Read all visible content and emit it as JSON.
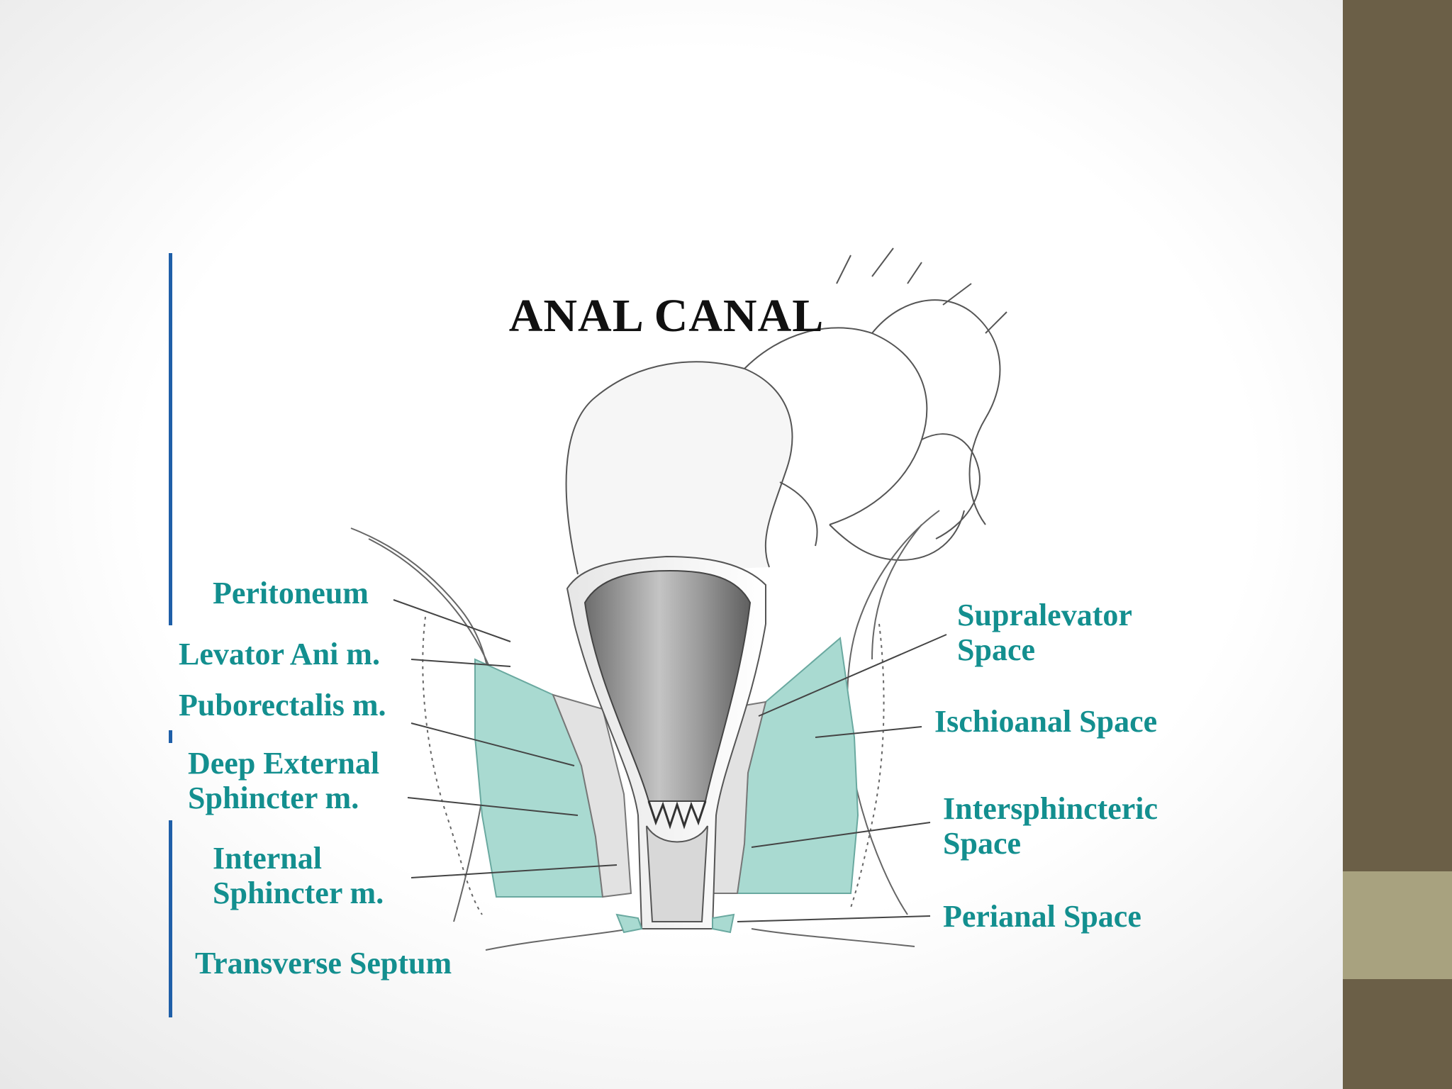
{
  "slide": {
    "band_color": "#6b5f47",
    "accent_color": "#a8a27f",
    "rule_color": "#1f5fa8"
  },
  "diagram": {
    "title": "ANAL CANAL",
    "label_color": "#138f8f",
    "fill_color": "#a9dad1",
    "left_labels": {
      "peritoneum": "Peritoneum",
      "levator_ani": "Levator Ani m.",
      "puborectalis": "Puborectalis m.",
      "deep_external_line1": "Deep External",
      "deep_external_line2": "Sphincter m.",
      "internal_line1": "Internal",
      "internal_line2": "Sphincter m.",
      "transverse_septum": "Transverse Septum"
    },
    "right_labels": {
      "supralevator_line1": "Supralevator",
      "supralevator_line2": "Space",
      "ischioanal": "Ischioanal Space",
      "intersphincteric_line1": "Intersphincteric",
      "intersphincteric_line2": "Space",
      "perianal": "Perianal Space"
    }
  }
}
